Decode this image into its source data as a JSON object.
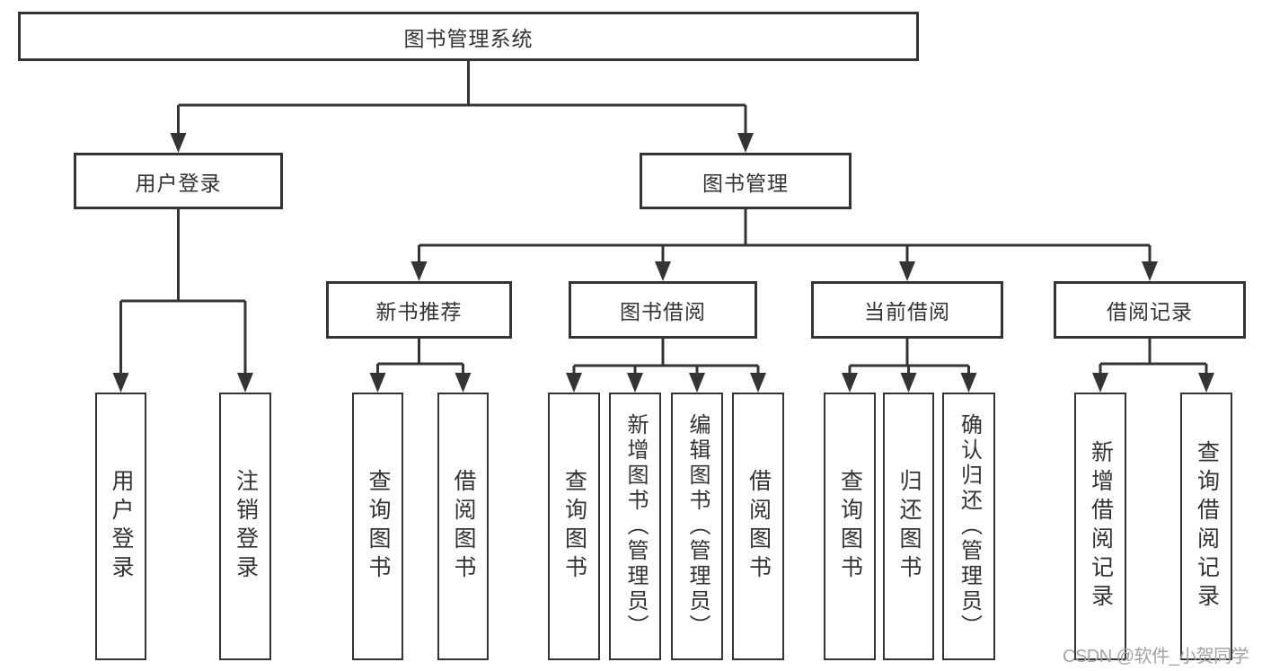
{
  "diagram": {
    "root": {
      "label": "图书管理系统"
    },
    "level1": {
      "user_login": {
        "label": "用户登录"
      },
      "book_management": {
        "label": "图书管理"
      }
    },
    "level2": {
      "new_book_recommend": {
        "label": "新书推荐"
      },
      "book_borrow": {
        "label": "图书借阅"
      },
      "current_borrow": {
        "label": "当前借阅"
      },
      "borrow_records": {
        "label": "借阅记录"
      }
    },
    "leaves": {
      "user_login": [
        "用户登录",
        "注销登录"
      ],
      "new_book_recommend": [
        "查询图书",
        "借阅图书"
      ],
      "book_borrow": [
        "查询图书",
        "新增图书（管理员）",
        "编辑图书（管理员）",
        "借阅图书"
      ],
      "current_borrow": [
        "查询图书",
        "归还图书",
        "确认归还（管理员）"
      ],
      "borrow_records": [
        "新增借阅记录",
        "查询借阅记录"
      ]
    }
  },
  "watermark": {
    "text": "CSDN @软件_小贺同学"
  },
  "colors": {
    "line": "#343434",
    "text": "#333333",
    "box_fill": "#ffffff",
    "background": "#ffffff",
    "watermark": "#a3a3a3"
  }
}
